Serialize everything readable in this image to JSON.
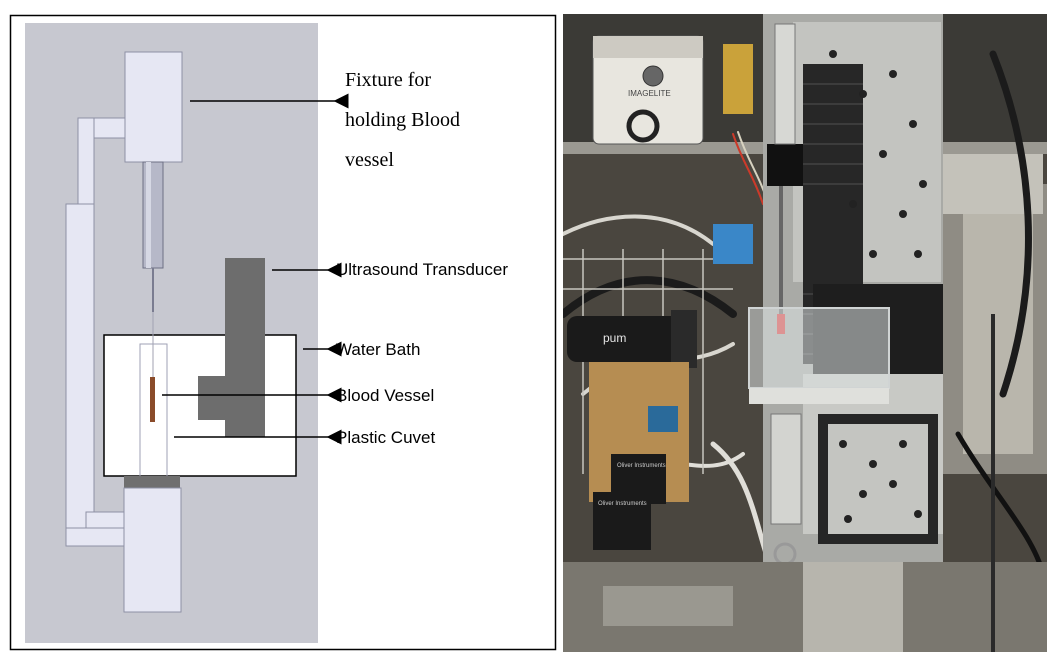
{
  "schematic": {
    "labels": {
      "fixture": [
        "Fixture for",
        "holding Blood",
        "vessel"
      ],
      "transducer": "Ultrasound Transducer",
      "water_bath": "Water Bath",
      "blood_vessel": "Blood Vessel",
      "cuvet": "Plastic Cuvet"
    }
  },
  "photo": {
    "lamp_brand": "IMAGELITE",
    "lens_text": "pum",
    "display_labels": [
      "Oliver Instruments",
      "Oliver Instruments"
    ]
  }
}
